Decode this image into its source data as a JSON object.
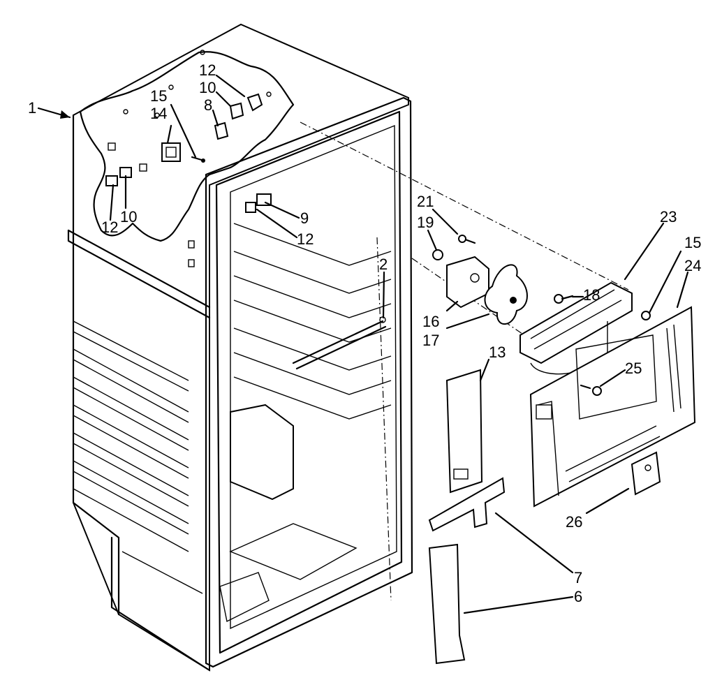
{
  "callouts": {
    "c1": "1",
    "c2": "2",
    "c6": "6",
    "c7": "7",
    "c8": "8",
    "c9": "9",
    "c10a": "10",
    "c10b": "10",
    "c12a": "12",
    "c12b": "12",
    "c12c": "12",
    "c13": "13",
    "c14": "14",
    "c15a": "15",
    "c15b": "15",
    "c16": "16",
    "c17": "17",
    "c18": "18",
    "c19": "19",
    "c21": "21",
    "c23": "23",
    "c24": "24",
    "c25": "25",
    "c26": "26"
  },
  "colors": {
    "ink": "#000000",
    "paper": "#ffffff"
  }
}
